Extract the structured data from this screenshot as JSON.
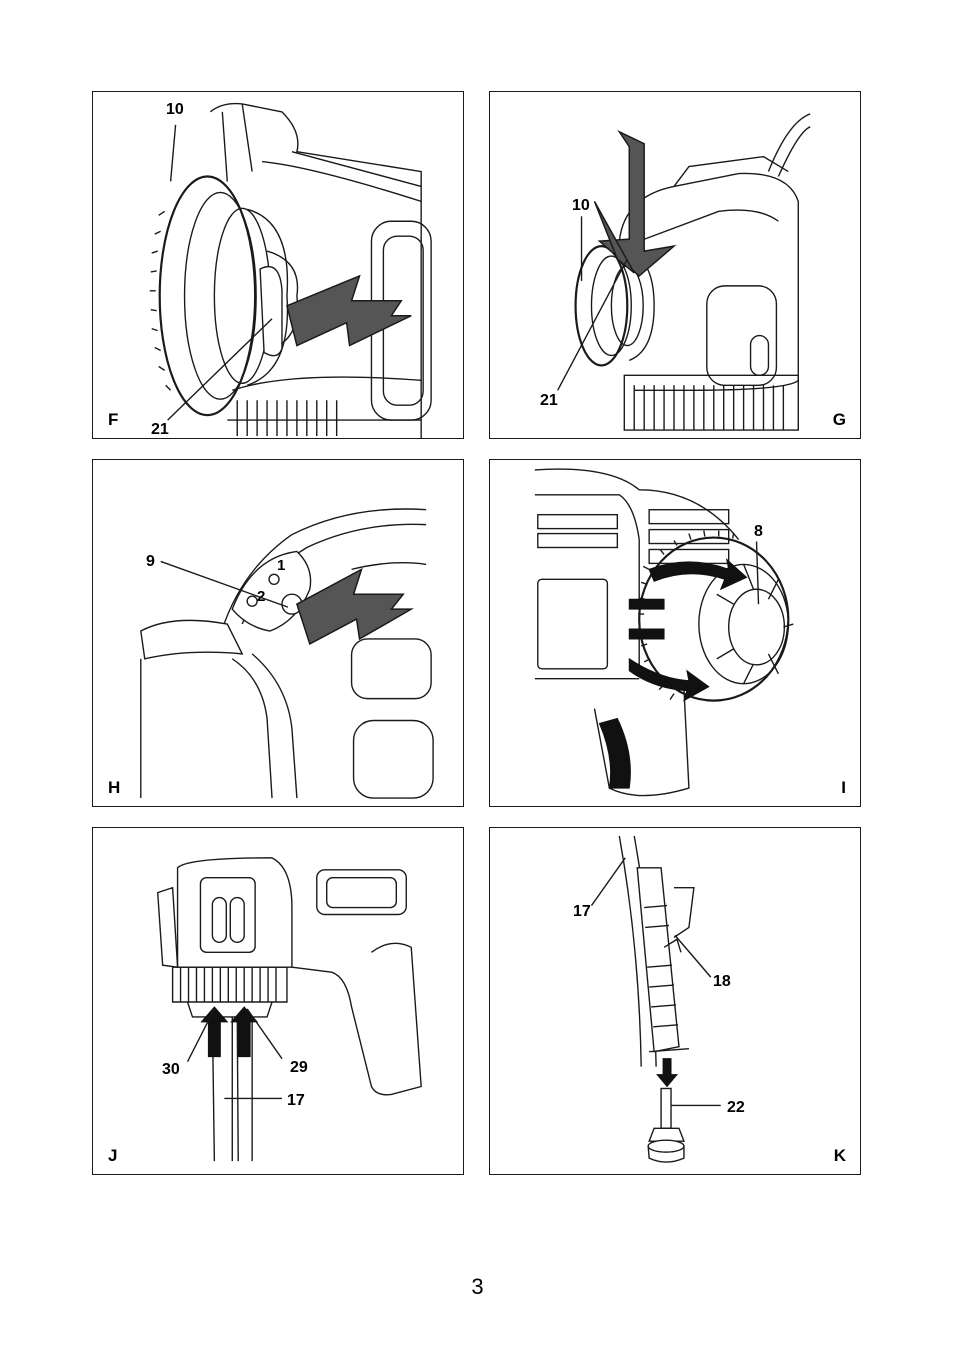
{
  "page_number": "3",
  "figures": {
    "F": {
      "letter": "F",
      "callouts": [
        "10",
        "21"
      ]
    },
    "G": {
      "letter": "G",
      "callouts": [
        "10",
        "21"
      ]
    },
    "H": {
      "letter": "H",
      "callouts": [
        "9"
      ],
      "switch_labels": [
        "1",
        "2"
      ]
    },
    "I": {
      "letter": "I",
      "callouts": [
        "8"
      ]
    },
    "J": {
      "letter": "J",
      "callouts": [
        "30",
        "29",
        "17"
      ]
    },
    "K": {
      "letter": "K",
      "callouts": [
        "17",
        "18",
        "22"
      ]
    }
  }
}
